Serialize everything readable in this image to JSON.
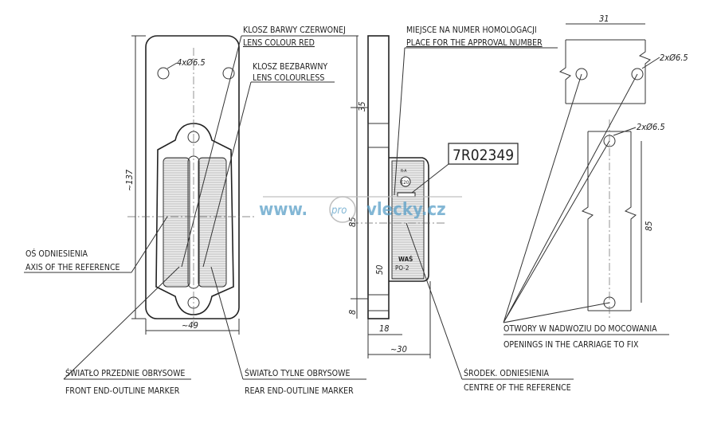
{
  "labels": {
    "lens_red_pl": "KLOSZ BARWY CZERWONEJ",
    "lens_red_en": "LENS COLOUR RED",
    "lens_clear_pl": "KLOSZ BEZBARWNY",
    "lens_clear_en": "LENS COLOURLESS",
    "approval_pl": "MIEJSCE NA NUMER HOMOLOGACJI",
    "approval_en": "PLACE FOR THE APPROVAL NUMBER",
    "axis_pl": "OŚ ODNIESIENIA",
    "axis_en": "AXIS OF THE REFERENCE",
    "front_pl": "ŚWIATŁO PRZEDNIE OBRYSOWE",
    "front_en": "FRONT END-OUTLINE MARKER",
    "rear_pl": "ŚWIATŁO TYLNE OBRYSOWE",
    "rear_en": "REAR END-OUTLINE MARKER",
    "centre_pl": "ŚRODEK. ODNIESIENIA",
    "centre_en": "CENTRE OF THE REFERENCE",
    "holes_pl": "OTWORY W NADWOZIU DO MOCOWANIA",
    "holes_en": "OPENINGS IN THE CARRIAGE TO FIX"
  },
  "dimensions": {
    "front_holes": "4xØ6.5",
    "height": "~137",
    "width": "~49",
    "d35": "35",
    "d85": "85",
    "d50": "50",
    "d8": "8",
    "d18": "18",
    "depth": "~30",
    "d31": "31",
    "holes_top": "2xØ6.5",
    "holes_bottom": "2xØ6.5",
    "d85_right": "85"
  },
  "marking": {
    "approval_number": "7R02349",
    "ra": "R-A",
    "e_mark": "E20",
    "brand": "WAŚ",
    "model": "PO-2"
  },
  "watermark": {
    "www": "www.",
    "pro": "pro",
    "domain": "vlecky.cz",
    "color": "#5aa0c8"
  }
}
